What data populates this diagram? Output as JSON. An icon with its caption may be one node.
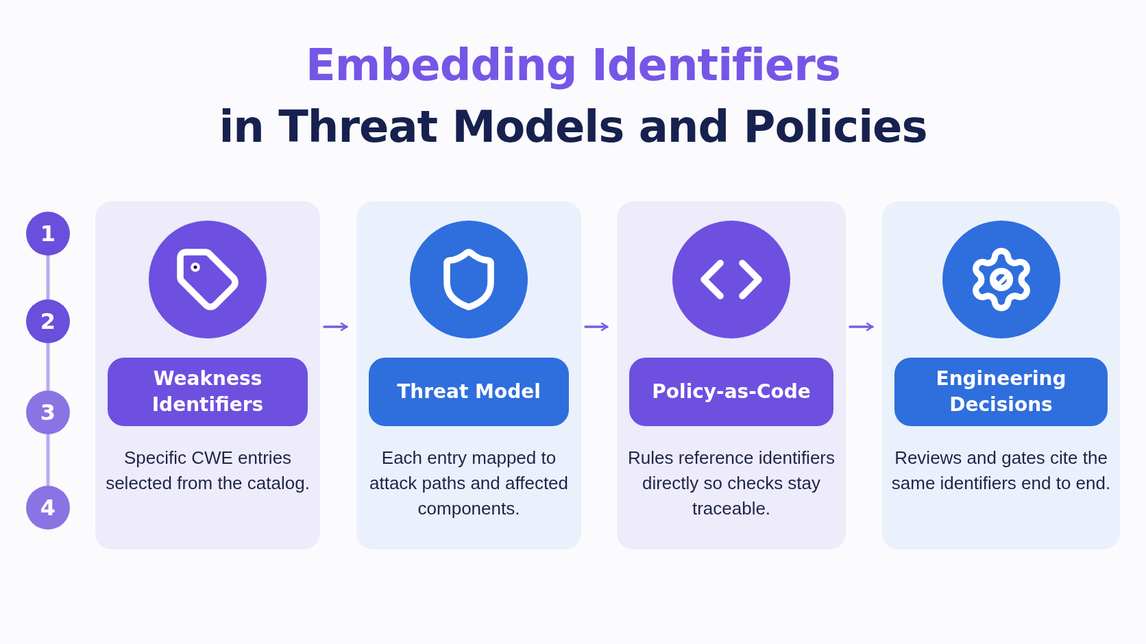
{
  "diagram": {
    "title": "Embedding Identifiers in Threat Models and Policies",
    "nodes": [
      {
        "text": [
          "1"
        ]
      },
      {
        "text": [
          "2"
        ]
      },
      {
        "text": [
          "3"
        ]
      },
      {
        "text": [
          "4"
        ]
      },
      {
        "text": [
          "Specific CWE entries selected from the catalog."
        ]
      },
      {
        "text": [
          "Weakness Identifiers"
        ],
        "in": 4
      },
      {
        "text": [
          "Each entry mapped to attack paths and affected components."
        ]
      },
      {
        "text": [
          "Threat Model"
        ],
        "in": 6
      },
      {
        "text": [
          "Rules reference identifiers directly so checks stay traceable."
        ]
      },
      {
        "text": [
          "Policy-as-Code"
        ],
        "in": 8
      },
      {
        "text": [
          "Reviews and gates cite the same identifiers end to end."
        ]
      },
      {
        "text": [
          "Engineering Decisions"
        ],
        "in": 10
      }
    ],
    "edges": [
      {
        "from": 0,
        "to": 1,
        "arrow": "none"
      },
      {
        "from": 1,
        "to": 2,
        "arrow": "none"
      },
      {
        "from": 2,
        "to": 3,
        "arrow": "none"
      },
      {
        "from": 4,
        "to": 6,
        "arrow": "to"
      },
      {
        "from": 6,
        "to": 8,
        "arrow": "to"
      },
      {
        "from": 8,
        "to": 10,
        "arrow": "to"
      }
    ]
  }
}
